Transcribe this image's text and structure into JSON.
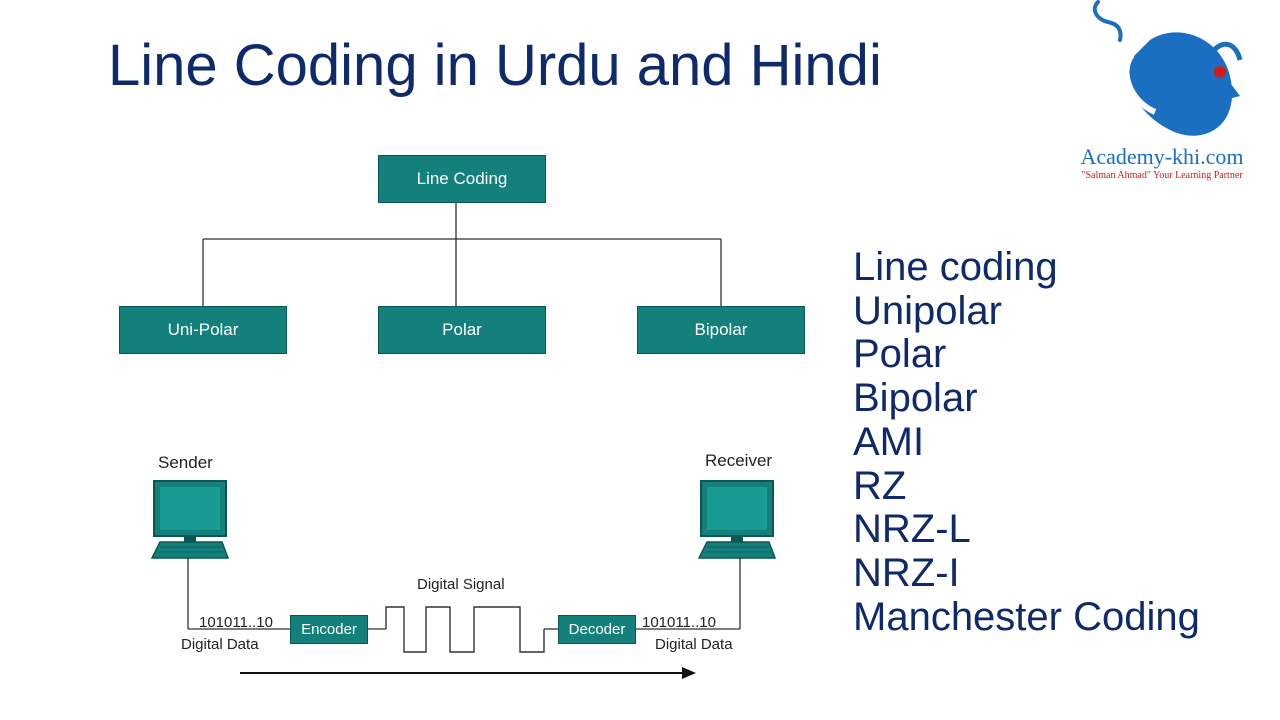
{
  "slide": {
    "title": "Line Coding in Urdu and Hindi"
  },
  "logo": {
    "name": "Academy-khi.com",
    "tagline": "\"Salman Ahmad\" Your Learning Partner"
  },
  "hierarchy": {
    "root": "Line Coding",
    "children": [
      "Uni-Polar",
      "Polar",
      "Bipolar"
    ]
  },
  "topics": [
    "Line coding",
    "Unipolar",
    "Polar",
    "Bipolar",
    "AMI",
    "RZ",
    "NRZ-L",
    "NRZ-I",
    "Manchester Coding"
  ],
  "transmission": {
    "sender_label": "Sender",
    "receiver_label": "Receiver",
    "sender_data": "101011..10",
    "receiver_data": "101011..10",
    "sender_data_caption": "Digital Data",
    "receiver_data_caption": "Digital Data",
    "encoder": "Encoder",
    "decoder": "Decoder",
    "signal_label": "Digital Signal"
  },
  "colors": {
    "title": "#0f2a6b",
    "box_fill": "#13807c",
    "logo_blue": "#1a6fc0",
    "logo_red": "#d11a1a"
  }
}
